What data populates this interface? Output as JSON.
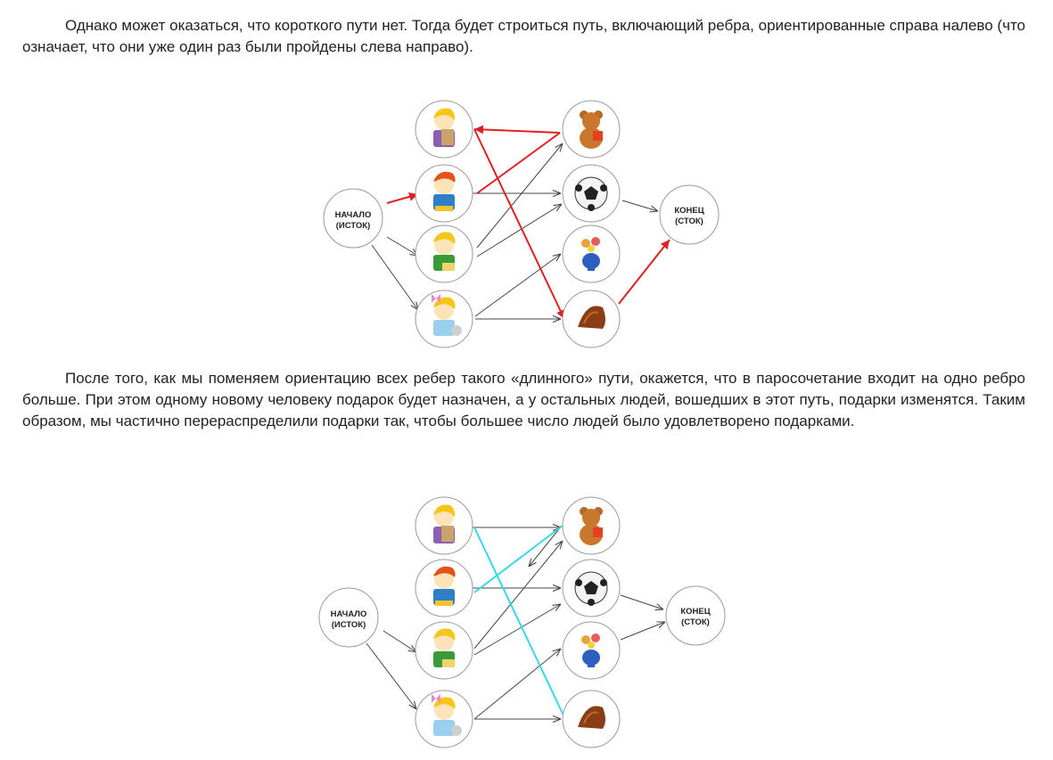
{
  "paragraphs": {
    "p1": "Однако может оказаться, что короткого пути нет. Тогда будет строиться путь, включающий ребра, ориентированные справа налево (что означает, что они уже один раз были пройдены слева направо).",
    "p2": "После того, как мы поменяем ориентацию всех ребер такого «длинного» пути, окажется, что в паросочетание входит на одно ребро больше. При этом одному новому человеку подарок будет назначен, а у остальных людей, вошедших в этот путь, подарки изменятся. Таким образом, мы частично перераспределили подарки так, чтобы большее число людей было удовлетворено подарками."
  },
  "diagram": {
    "source_label_line1": "НАЧАЛО",
    "source_label_line2": "(ИСТОК)",
    "sink_label_line1": "КОНЕЦ",
    "sink_label_line2": "(СТОК)",
    "people_icons": [
      "child-reading-icon",
      "child-redhair-icon",
      "child-playing-icon",
      "girl-bow-icon"
    ],
    "gift_icons": [
      "teddy-bear-icon",
      "soccer-ball-icon",
      "flower-vase-icon",
      "chocolate-candy-icon"
    ],
    "colors": {
      "augmenting_path": "#e02020",
      "new_matching": "#35d8e8",
      "edge": "#444444",
      "node_border": "#9a9a9a"
    }
  }
}
